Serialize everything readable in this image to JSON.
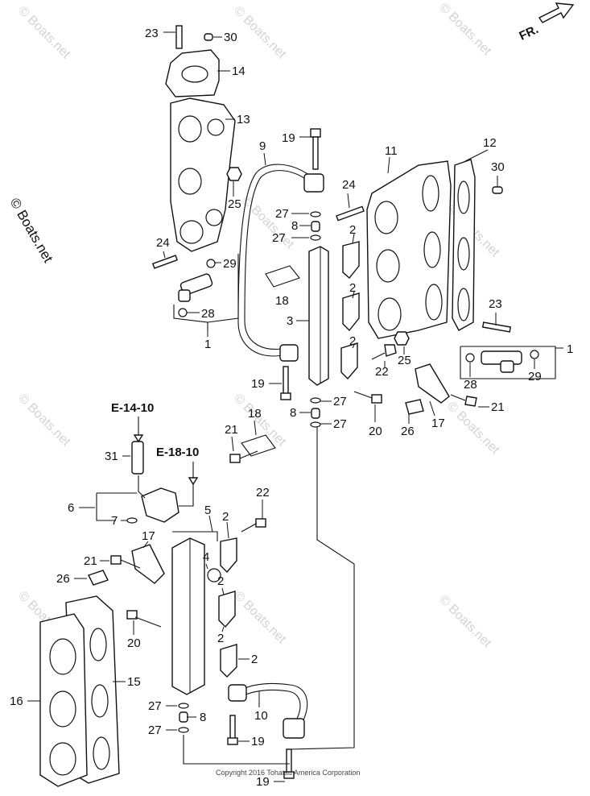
{
  "direction_label": "FR.",
  "side_watermark": "© Boats.net",
  "watermark_text": "© Boats.net",
  "copyright": "Copyright 2016 Tohatsu America Corporation",
  "references": [
    "E-14-10",
    "E-18-10"
  ],
  "callouts": {
    "c23a": "23",
    "c30a": "30",
    "c14": "14",
    "c13": "13",
    "c25a": "25",
    "c24a": "24",
    "c29a": "29",
    "c28a": "28",
    "c1a": "1",
    "c19a": "19",
    "c9": "9",
    "c27a": "27",
    "c8a": "8",
    "c27b": "27",
    "c18a": "18",
    "c3": "3",
    "c19b": "19",
    "c27c": "27",
    "c8b": "8",
    "c27d": "27",
    "c11": "11",
    "c12": "12",
    "c30b": "30",
    "c24b": "24",
    "c2a": "2",
    "c2b": "2",
    "c2c": "2",
    "c22a": "22",
    "c25b": "25",
    "c23b": "23",
    "c1b": "1",
    "c28b": "28",
    "c29b": "29",
    "c21a": "21",
    "c20a": "20",
    "c26a": "26",
    "c17a": "17",
    "c31": "31",
    "c21b": "21",
    "c18b": "18",
    "c6": "6",
    "c7": "7",
    "c22b": "22",
    "c5": "5",
    "c2d": "2",
    "c17b": "17",
    "c4": "4",
    "c21c": "21",
    "c26b": "26",
    "c2e": "2",
    "c20b": "20",
    "c2f": "2",
    "c15": "15",
    "c16": "16",
    "c10": "10",
    "c27e": "27",
    "c8c": "8",
    "c27f": "27",
    "c19c": "19",
    "c19d": "19"
  }
}
